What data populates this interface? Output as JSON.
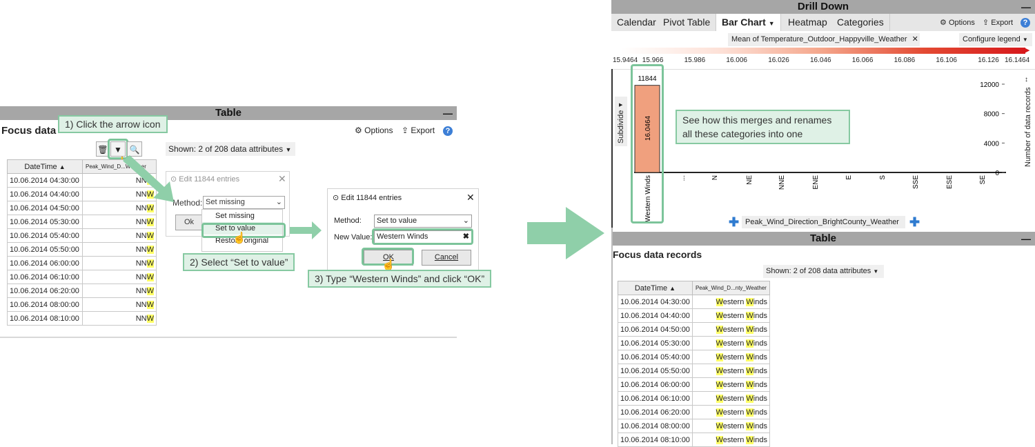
{
  "left_table": {
    "title": "Table",
    "focus_label": "Focus data",
    "options": "Options",
    "export": "Export",
    "shown": "Shown: 2 of 208 data attributes",
    "col_datetime": "DateTime",
    "col_wind": "Peak_Wind_D...Weather",
    "rows": [
      {
        "dt": "10.06.2014 04:30:00",
        "v": "NNW"
      },
      {
        "dt": "10.06.2014 04:40:00",
        "v": "NNW"
      },
      {
        "dt": "10.06.2014 04:50:00",
        "v": "NNW"
      },
      {
        "dt": "10.06.2014 05:30:00",
        "v": "NNW"
      },
      {
        "dt": "10.06.2014 05:40:00",
        "v": "NNW"
      },
      {
        "dt": "10.06.2014 05:50:00",
        "v": "NNW"
      },
      {
        "dt": "10.06.2014 06:00:00",
        "v": "NNW"
      },
      {
        "dt": "10.06.2014 06:10:00",
        "v": "NNW"
      },
      {
        "dt": "10.06.2014 06:20:00",
        "v": "NNW"
      },
      {
        "dt": "10.06.2014 08:00:00",
        "v": "NNW"
      },
      {
        "dt": "10.06.2014 08:10:00",
        "v": "NNW"
      }
    ]
  },
  "callouts": {
    "c1": "1) Click the arrow icon",
    "c2": "2) Select “Set to value”",
    "c3": "3) Type “Western Winds” and click “OK”",
    "c4_line1": "See how this merges and renames",
    "c4_line2": "all these categories into one"
  },
  "dialog1": {
    "title": "Edit 11844 entries",
    "method_label": "Method:",
    "method_value": "Set missing",
    "ok_partial": "Ok",
    "menu": [
      "Set missing",
      "Set to value",
      "Restore original"
    ]
  },
  "dialog2": {
    "title": "Edit 11844 entries",
    "method_label": "Method:",
    "method_value": "Set to value",
    "new_value_label": "New Value:",
    "new_value": "Western Winds",
    "ok": "OK",
    "cancel": "Cancel"
  },
  "drill": {
    "title": "Drill Down",
    "tabs": [
      "Calendar",
      "Pivot Table",
      "Bar Chart",
      "Heatmap",
      "Categories"
    ],
    "active_tab": "Bar Chart",
    "options": "Options",
    "export": "Export",
    "legend_title": "Mean of Temperature_Outdoor_Happyville_Weather",
    "configure_legend": "Configure legend",
    "legend_ticks": [
      "15.9464",
      "15.966",
      "15.986",
      "16.006",
      "16.026",
      "16.046",
      "16.066",
      "16.086",
      "16.106",
      "16.126",
      "16.1464"
    ],
    "subdivide": "Subdivide",
    "x_attribute": "Peak_Wind_Direction_BrightCounty_Weather",
    "y_axis_label": "Number of data records"
  },
  "chart_data": {
    "type": "bar",
    "categories": [
      "Western Winds",
      "...",
      "N",
      "NE",
      "NNE",
      "ENE",
      "E",
      "S",
      "SSE",
      "ESE",
      "SE"
    ],
    "values": [
      11844,
      0,
      0,
      0,
      0,
      0,
      0,
      0,
      0,
      0,
      0
    ],
    "bar_top_label": "11844",
    "bar_inner_label": "16.0464",
    "yticks": [
      "12000",
      "8000",
      "4000",
      "0"
    ],
    "ylim": [
      0,
      12000
    ],
    "bar_color": "#f0a07e"
  },
  "right_table": {
    "title": "Table",
    "focus_label": "Focus data records",
    "shown": "Shown: 2 of 208 data attributes",
    "col_datetime": "DateTime",
    "col_wind": "Peak_Wind_D...nty_Weather",
    "rows": [
      {
        "dt": "10.06.2014 04:30:00",
        "v": "Western Winds"
      },
      {
        "dt": "10.06.2014 04:40:00",
        "v": "Western Winds"
      },
      {
        "dt": "10.06.2014 04:50:00",
        "v": "Western Winds"
      },
      {
        "dt": "10.06.2014 05:30:00",
        "v": "Western Winds"
      },
      {
        "dt": "10.06.2014 05:40:00",
        "v": "Western Winds"
      },
      {
        "dt": "10.06.2014 05:50:00",
        "v": "Western Winds"
      },
      {
        "dt": "10.06.2014 06:00:00",
        "v": "Western Winds"
      },
      {
        "dt": "10.06.2014 06:10:00",
        "v": "Western Winds"
      },
      {
        "dt": "10.06.2014 06:20:00",
        "v": "Western Winds"
      },
      {
        "dt": "10.06.2014 08:00:00",
        "v": "Western Winds"
      },
      {
        "dt": "10.06.2014 08:10:00",
        "v": "Western Winds"
      }
    ]
  },
  "colors": {
    "accent_green": "#86c9a1",
    "bar": "#f0a07e",
    "legend_low": "#fde9e4",
    "legend_high": "#d7191c"
  }
}
